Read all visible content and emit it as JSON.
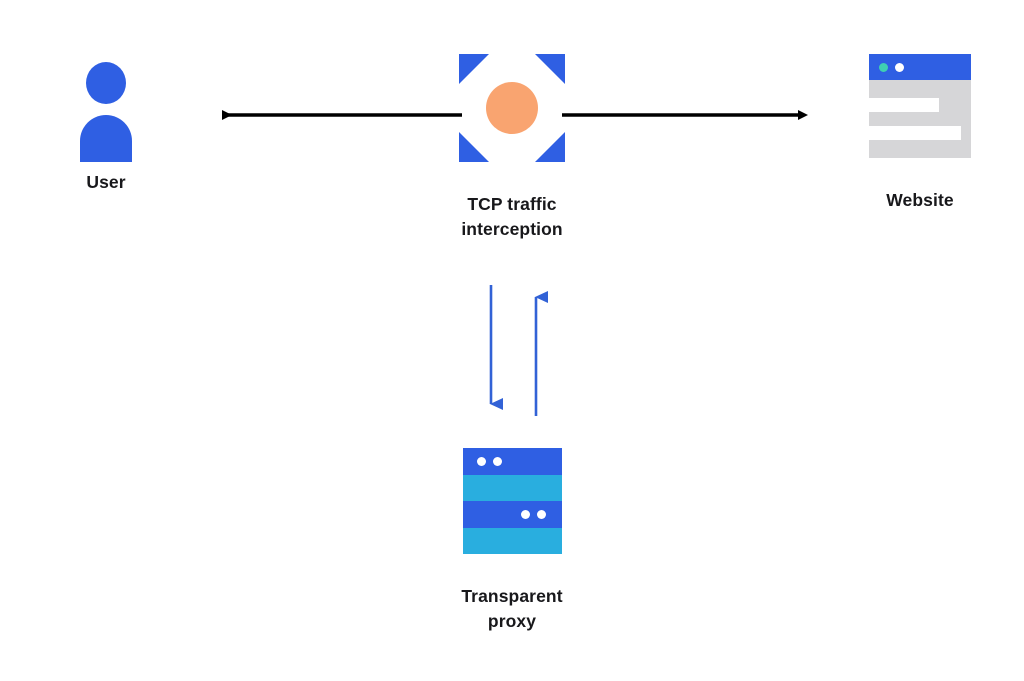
{
  "diagram": {
    "title": "TCP traffic interception with transparent proxy",
    "background": "#ffffff",
    "colors": {
      "blue": "#2f5fe3",
      "orange": "#f9a470",
      "cyan": "#29aedf",
      "gray": "#d6d6d8",
      "teal": "#3fd0b2",
      "black": "#000000",
      "text": "#18181b"
    }
  },
  "nodes": {
    "user": {
      "label": "User",
      "icon": "user-person-icon"
    },
    "interception": {
      "label": "TCP traffic\ninterception",
      "icon": "crosshair-target-icon"
    },
    "website": {
      "label": "Website",
      "icon": "browser-window-icon"
    },
    "proxy": {
      "label": "Transparent\nproxy",
      "icon": "server-stack-icon"
    }
  },
  "connectors": {
    "user_to_interception": {
      "name": "bidirectional-tcp-flow-left",
      "color": "#000000",
      "direction": "left",
      "style": "solid"
    },
    "interception_to_website": {
      "name": "bidirectional-tcp-flow-right",
      "color": "#000000",
      "direction": "right",
      "style": "solid"
    },
    "interception_to_proxy": {
      "name": "traffic-down-to-proxy",
      "color": "#2f5fe3",
      "direction": "down",
      "style": "solid"
    },
    "proxy_to_interception": {
      "name": "traffic-up-from-proxy",
      "color": "#2f5fe3",
      "direction": "up",
      "style": "solid"
    }
  }
}
